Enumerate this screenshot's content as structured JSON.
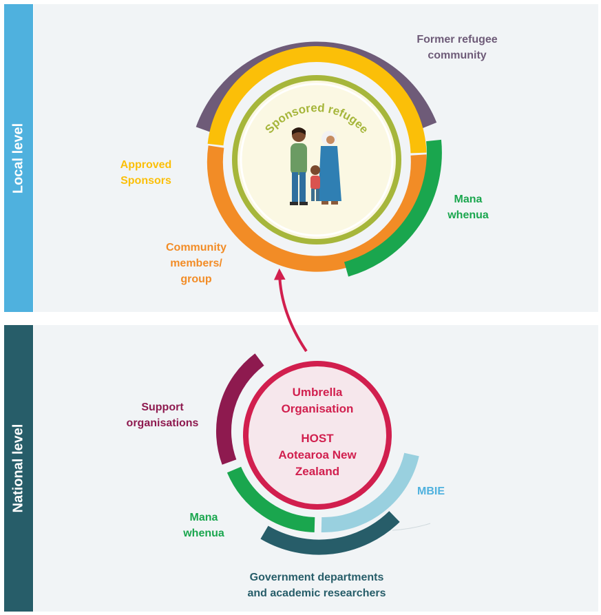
{
  "sections": {
    "local": {
      "label": "Local level"
    },
    "national": {
      "label": "National level"
    }
  },
  "local": {
    "center": "Sponsored refugee",
    "former_refugee_community": "Former refugee\ncommunity",
    "approved_sponsors": "Approved\nSponsors",
    "community_members": "Community\nmembers/\ngroup",
    "mana_whenua": "Mana\nwhenua"
  },
  "national": {
    "center_org": "Umbrella\nOrganisation",
    "center_host": "HOST\nAotearoa New\nZealand",
    "support_organisations": "Support\norganisations",
    "mana_whenua": "Mana\nwhenua",
    "mbie": "MBIE",
    "government": "Government departments\nand academic researchers"
  },
  "colors": {
    "local_bar": "#4fb1de",
    "national_bar": "#275d69",
    "former_refugee": "#6e5b78",
    "approved_sponsors": "#fbbf08",
    "community_members": "#f28c26",
    "mana_whenua": "#1aa64e",
    "sponsored_refugee": "#a6b63b",
    "umbrella": "#d11f4e",
    "support_orgs": "#8e1a4f",
    "mbie": "#99d0df",
    "government": "#275d69"
  },
  "icons": {
    "family": "refugee-family-illustration-icon"
  }
}
